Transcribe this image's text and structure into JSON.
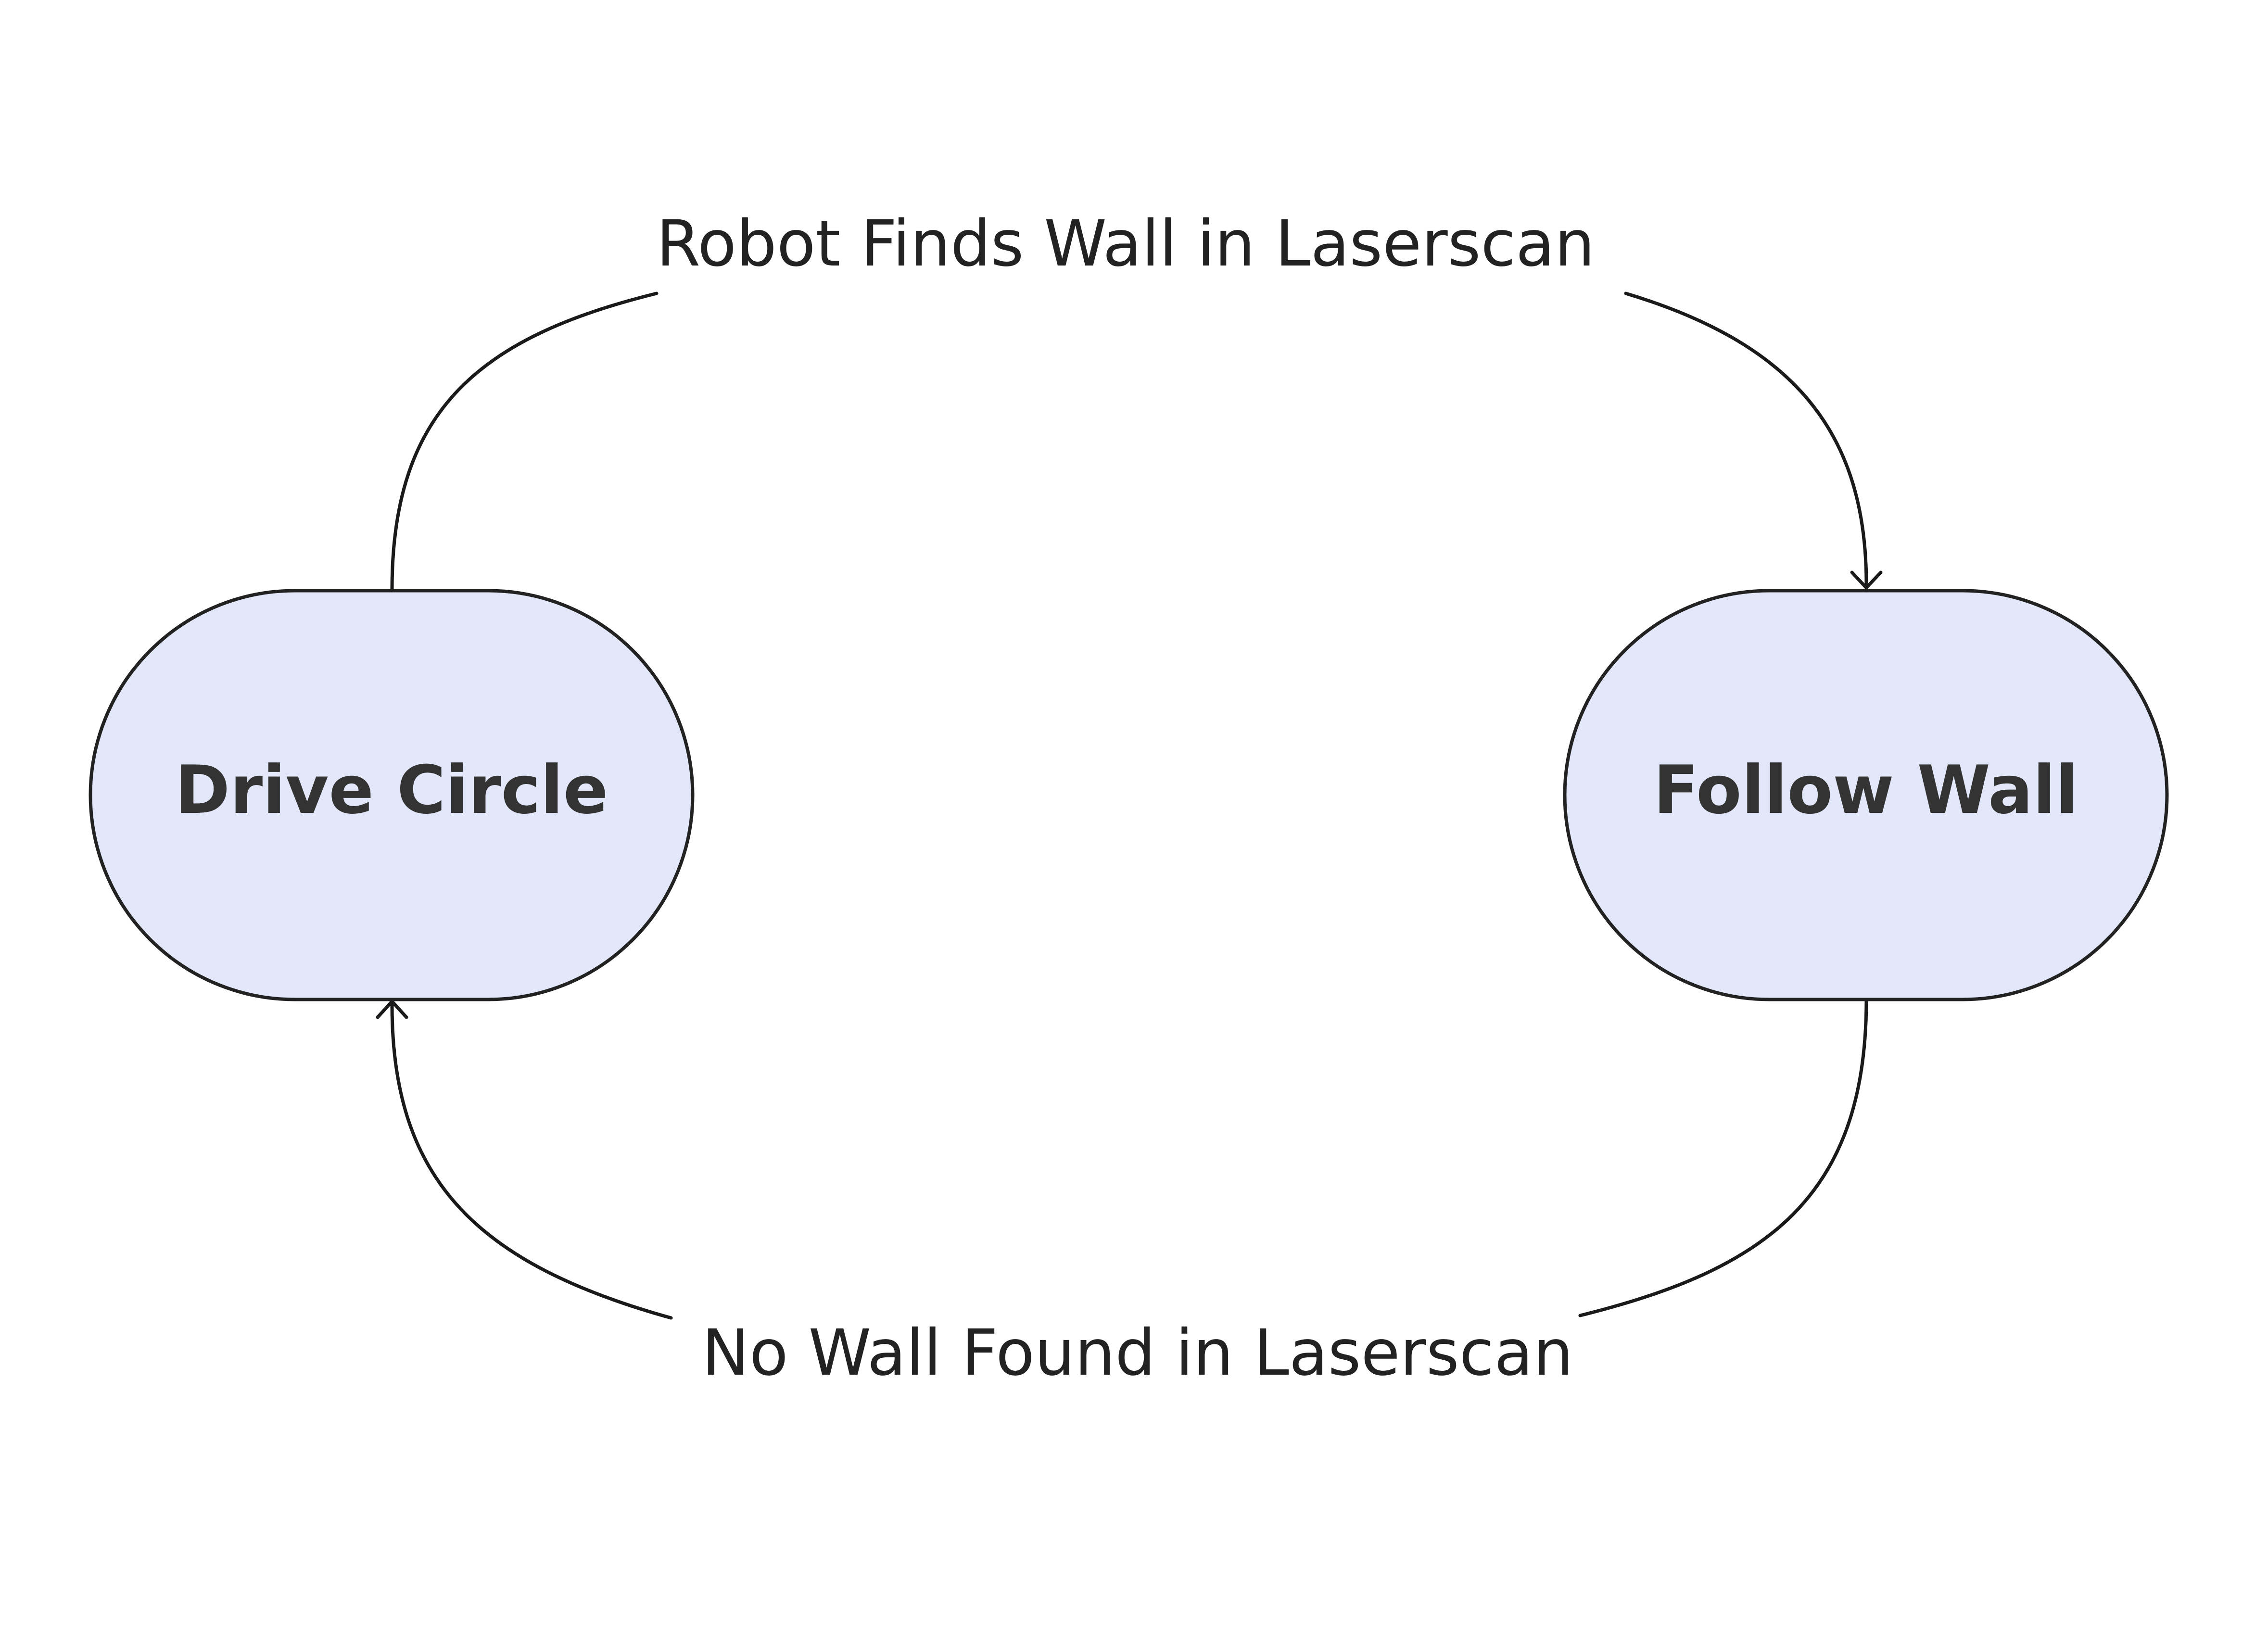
{
  "diagram": {
    "type": "state-transition",
    "colors": {
      "node_fill": "#e2e8fa",
      "node_stroke": "#222222",
      "node_text": "#333333",
      "edge_stroke": "#1a1a1a",
      "edge_text": "#222222",
      "background": "#ffffff"
    },
    "nodes": [
      {
        "id": "drive-circle",
        "label": "Drive Circle"
      },
      {
        "id": "follow-wall",
        "label": "Follow Wall"
      }
    ],
    "edges": [
      {
        "from": "drive-circle",
        "to": "follow-wall",
        "label": "Robot Finds Wall in Laserscan"
      },
      {
        "from": "follow-wall",
        "to": "drive-circle",
        "label": "No Wall Found in Laserscan"
      }
    ]
  }
}
